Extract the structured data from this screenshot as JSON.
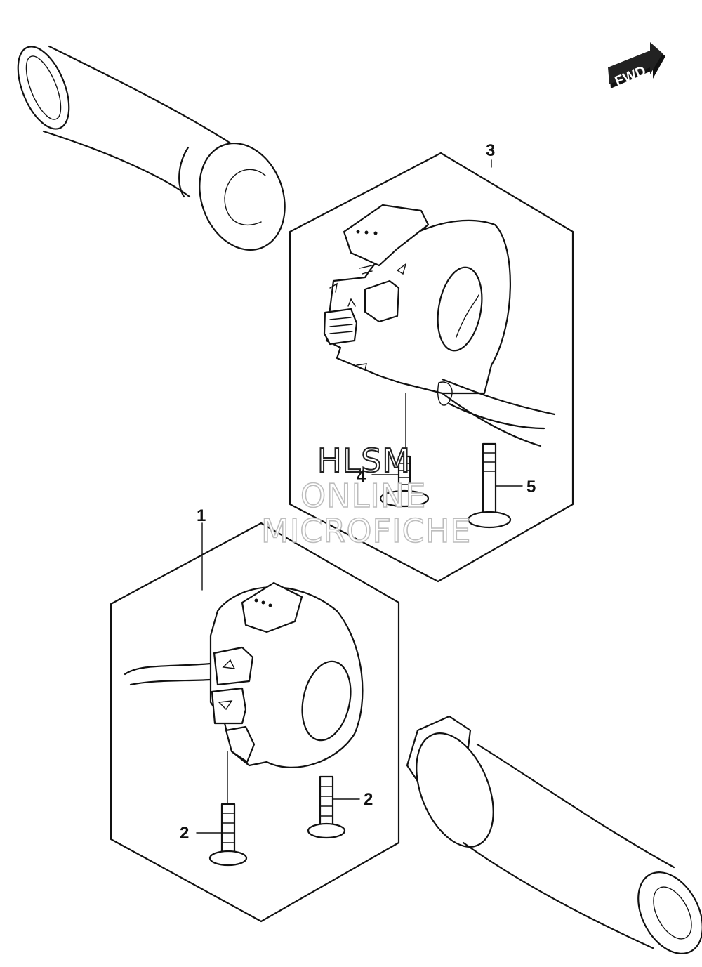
{
  "fwd_label": "FWD",
  "callouts": {
    "part1": "1",
    "part2_left": "2",
    "part2_right": "2",
    "part3": "3",
    "part4": "4",
    "part5": "5"
  },
  "watermark": {
    "line1": "HLSM",
    "line2": "ONLINE",
    "line3": "MICROFICHE"
  }
}
